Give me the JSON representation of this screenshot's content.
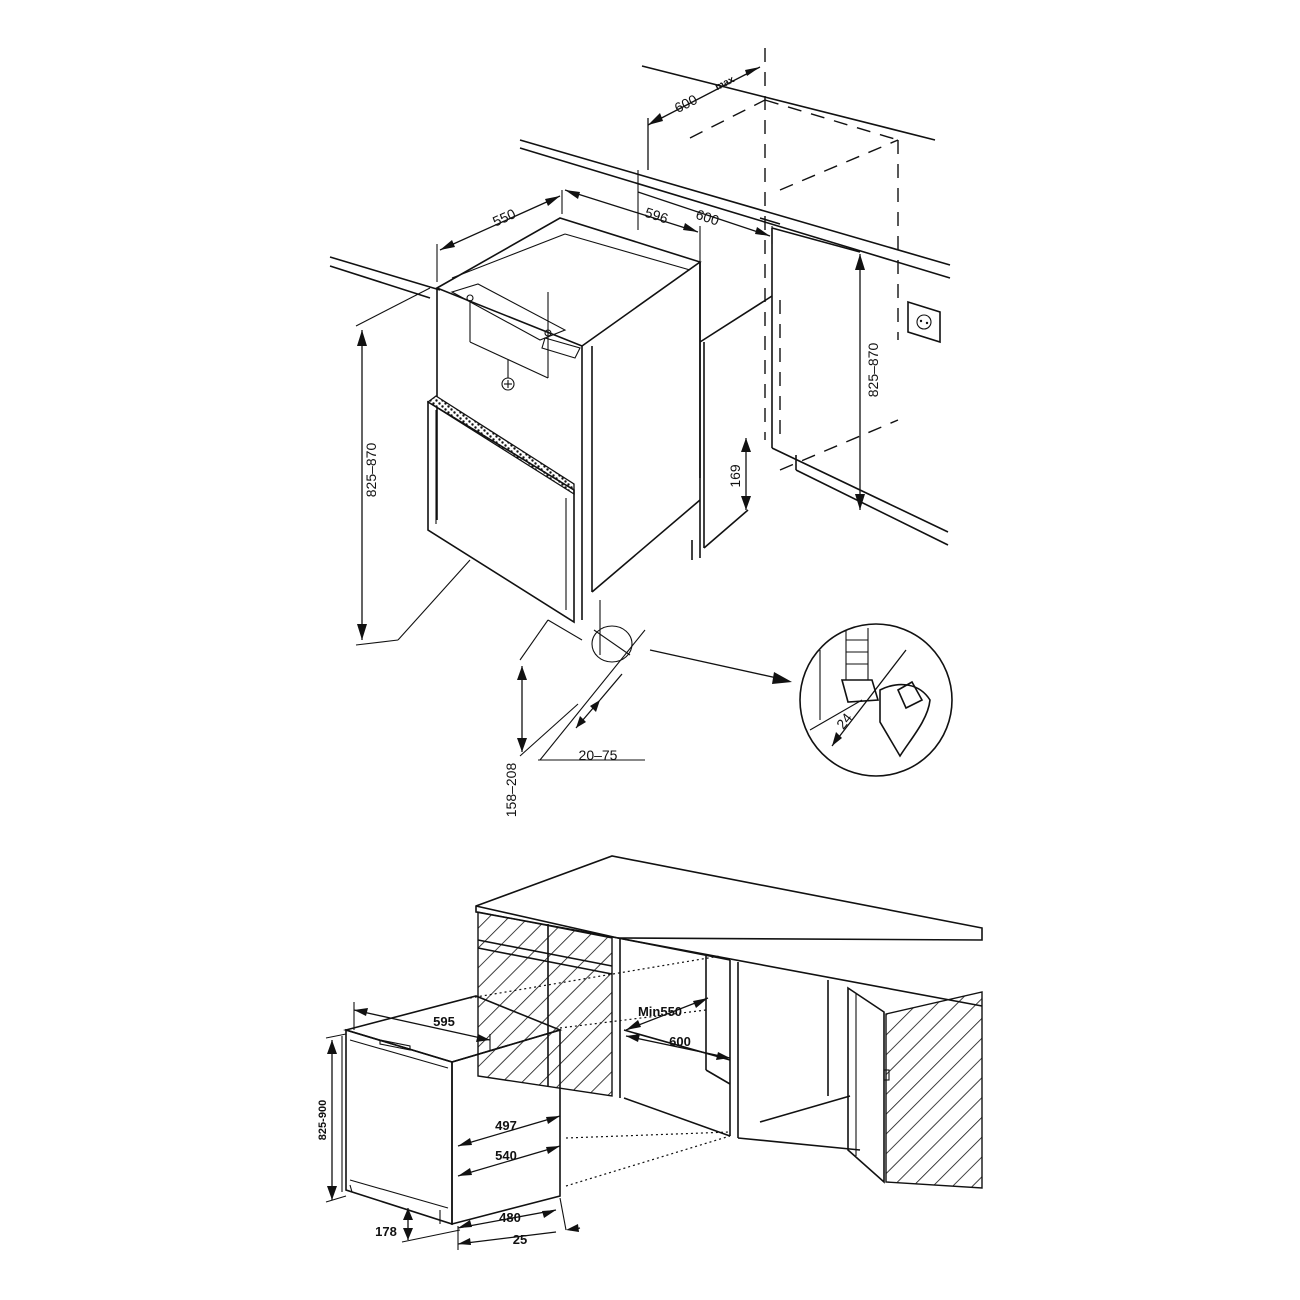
{
  "top_diagram": {
    "dims": {
      "wall_depth_600_max": "600",
      "max_marker": "max",
      "width_550": "550",
      "niche_596": "596",
      "niche_600": "600",
      "height_825_870_left": "825–870",
      "height_825_870_right": "825–870",
      "plinth_169": "169",
      "plinth_158_208": "158–208",
      "offset_20_75": "20–75",
      "wrench_24": "24"
    }
  },
  "bottom_diagram": {
    "dims": {
      "width_595": "595",
      "height_825_900": "825-900",
      "depth_497": "497",
      "depth_540": "540",
      "depth_480": "480",
      "gap_25": "25",
      "plinth_178": "178",
      "min_550": "Min550",
      "depth_600": "600"
    }
  }
}
